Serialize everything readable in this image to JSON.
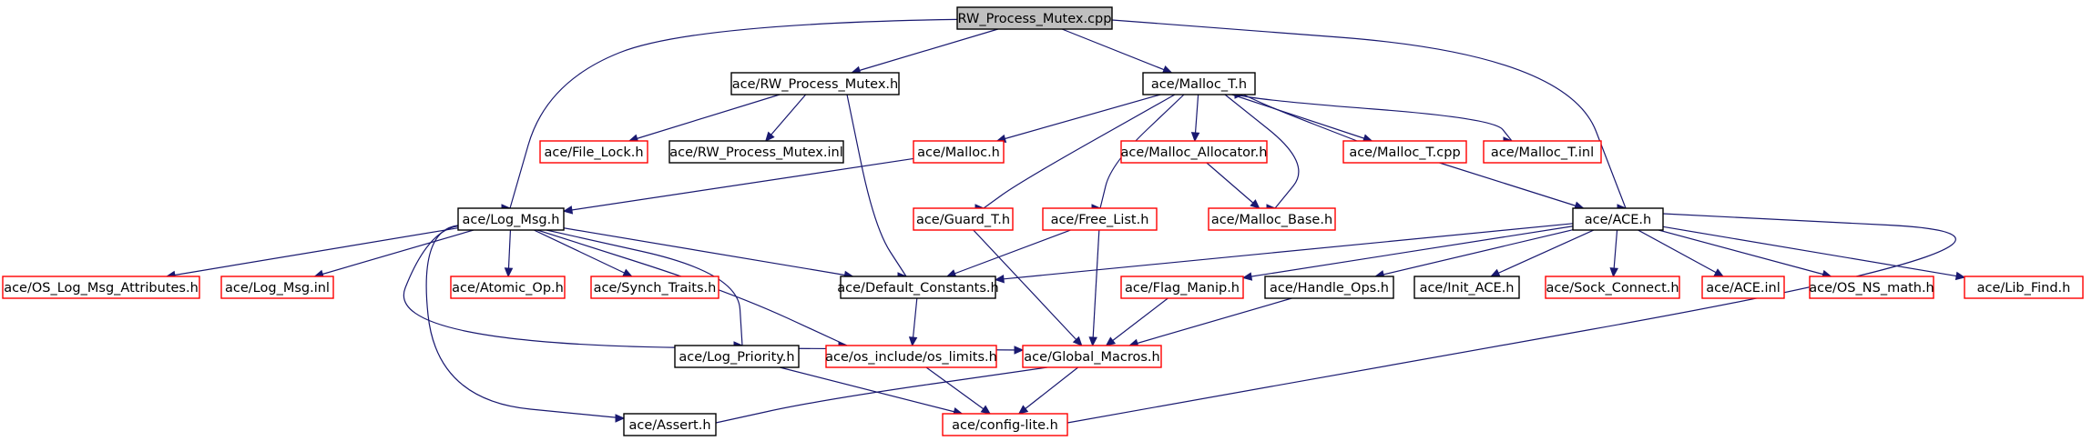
{
  "graph": {
    "edge_color": "#191970",
    "root_fill": "#bfbfbf",
    "node_border_documented": "#000000",
    "node_border_undocumented": "#ff0000",
    "nodes": [
      {
        "id": "root",
        "label": "RW_Process_Mutex.cpp",
        "style": "root"
      },
      {
        "id": "rwpm_h",
        "label": "ace/RW_Process_Mutex.h",
        "style": "black"
      },
      {
        "id": "malloc_t_h",
        "label": "ace/Malloc_T.h",
        "style": "black"
      },
      {
        "id": "file_lock",
        "label": "ace/File_Lock.h",
        "style": "red"
      },
      {
        "id": "rwpm_inl",
        "label": "ace/RW_Process_Mutex.inl",
        "style": "black"
      },
      {
        "id": "malloc_h",
        "label": "ace/Malloc.h",
        "style": "red"
      },
      {
        "id": "malloc_alloc",
        "label": "ace/Malloc_Allocator.h",
        "style": "red"
      },
      {
        "id": "malloc_t_cpp",
        "label": "ace/Malloc_T.cpp",
        "style": "red"
      },
      {
        "id": "malloc_t_inl",
        "label": "ace/Malloc_T.inl",
        "style": "red"
      },
      {
        "id": "log_msg",
        "label": "ace/Log_Msg.h",
        "style": "black"
      },
      {
        "id": "guard_t",
        "label": "ace/Guard_T.h",
        "style": "red"
      },
      {
        "id": "free_list",
        "label": "ace/Free_List.h",
        "style": "red"
      },
      {
        "id": "malloc_base",
        "label": "ace/Malloc_Base.h",
        "style": "red"
      },
      {
        "id": "ace_h",
        "label": "ace/ACE.h",
        "style": "black"
      },
      {
        "id": "os_log_attr",
        "label": "ace/OS_Log_Msg_Attributes.h",
        "style": "red"
      },
      {
        "id": "log_msg_inl",
        "label": "ace/Log_Msg.inl",
        "style": "red"
      },
      {
        "id": "atomic_op",
        "label": "ace/Atomic_Op.h",
        "style": "red"
      },
      {
        "id": "synch_traits",
        "label": "ace/Synch_Traits.h",
        "style": "red"
      },
      {
        "id": "default_const",
        "label": "ace/Default_Constants.h",
        "style": "black"
      },
      {
        "id": "flag_manip",
        "label": "ace/Flag_Manip.h",
        "style": "red"
      },
      {
        "id": "handle_ops",
        "label": "ace/Handle_Ops.h",
        "style": "black"
      },
      {
        "id": "init_ace",
        "label": "ace/Init_ACE.h",
        "style": "black"
      },
      {
        "id": "sock_connect",
        "label": "ace/Sock_Connect.h",
        "style": "red"
      },
      {
        "id": "ace_inl",
        "label": "ace/ACE.inl",
        "style": "red"
      },
      {
        "id": "os_ns_math",
        "label": "ace/OS_NS_math.h",
        "style": "red"
      },
      {
        "id": "lib_find",
        "label": "ace/Lib_Find.h",
        "style": "red"
      },
      {
        "id": "log_priority",
        "label": "ace/Log_Priority.h",
        "style": "black"
      },
      {
        "id": "os_limits",
        "label": "ace/os_include/os_limits.h",
        "style": "red"
      },
      {
        "id": "global_macros",
        "label": "ace/Global_Macros.h",
        "style": "red"
      },
      {
        "id": "assert_h",
        "label": "ace/Assert.h",
        "style": "black"
      },
      {
        "id": "config_lite",
        "label": "ace/config-lite.h",
        "style": "red"
      }
    ],
    "edges": [
      [
        "root",
        "rwpm_h"
      ],
      [
        "root",
        "malloc_t_h"
      ],
      [
        "root",
        "log_msg"
      ],
      [
        "root",
        "ace_h"
      ],
      [
        "rwpm_h",
        "file_lock"
      ],
      [
        "rwpm_h",
        "rwpm_inl"
      ],
      [
        "rwpm_h",
        "default_const"
      ],
      [
        "malloc_t_h",
        "malloc_h"
      ],
      [
        "malloc_t_h",
        "guard_t"
      ],
      [
        "malloc_t_h",
        "free_list"
      ],
      [
        "malloc_t_h",
        "malloc_alloc"
      ],
      [
        "malloc_t_h",
        "malloc_base"
      ],
      [
        "malloc_t_h",
        "malloc_t_cpp"
      ],
      [
        "malloc_t_h",
        "malloc_t_inl"
      ],
      [
        "malloc_t_cpp",
        "malloc_t_h"
      ],
      [
        "malloc_h",
        "log_msg"
      ],
      [
        "malloc_alloc",
        "malloc_base"
      ],
      [
        "malloc_t_cpp",
        "ace_h"
      ],
      [
        "log_msg",
        "os_log_attr"
      ],
      [
        "log_msg",
        "log_msg_inl"
      ],
      [
        "log_msg",
        "atomic_op"
      ],
      [
        "log_msg",
        "synch_traits"
      ],
      [
        "log_msg",
        "default_const"
      ],
      [
        "log_msg",
        "log_priority"
      ],
      [
        "log_msg",
        "os_limits"
      ],
      [
        "log_msg",
        "global_macros"
      ],
      [
        "log_msg",
        "assert_h"
      ],
      [
        "guard_t",
        "global_macros"
      ],
      [
        "free_list",
        "default_const"
      ],
      [
        "free_list",
        "global_macros"
      ],
      [
        "ace_h",
        "default_const"
      ],
      [
        "ace_h",
        "flag_manip"
      ],
      [
        "ace_h",
        "handle_ops"
      ],
      [
        "ace_h",
        "init_ace"
      ],
      [
        "ace_h",
        "sock_connect"
      ],
      [
        "ace_h",
        "ace_inl"
      ],
      [
        "ace_h",
        "os_ns_math"
      ],
      [
        "ace_h",
        "lib_find"
      ],
      [
        "ace_h",
        "config_lite"
      ],
      [
        "default_const",
        "os_limits"
      ],
      [
        "flag_manip",
        "global_macros"
      ],
      [
        "handle_ops",
        "global_macros"
      ],
      [
        "log_priority",
        "config_lite"
      ],
      [
        "os_limits",
        "config_lite"
      ],
      [
        "global_macros",
        "assert_h"
      ],
      [
        "global_macros",
        "config_lite"
      ]
    ]
  }
}
